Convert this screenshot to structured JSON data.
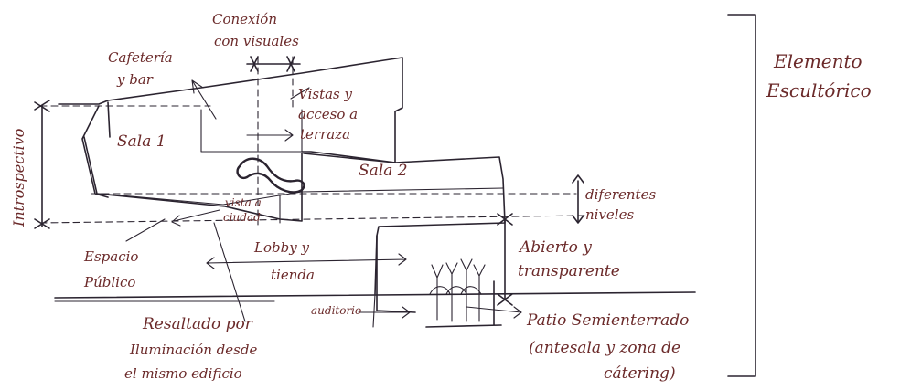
{
  "labels": {
    "conexion_1": "Conexión",
    "conexion_2": "con visuales",
    "cafeteria_1": "Cafetería",
    "cafeteria_2": "y bar",
    "vistas_1": "Vistas y",
    "vistas_2": "acceso a",
    "vistas_3": "terraza",
    "sala1": "Sala 1",
    "sala2": "Sala 2",
    "introspectivo": "Introspectivo",
    "diferentes_1": "diferentes",
    "diferentes_2": "niveles",
    "vista_1": "vista a",
    "vista_2": "ciudad",
    "espacio_1": "Espacio",
    "espacio_2": "Público",
    "lobby_1": "Lobby y",
    "lobby_2": "tienda",
    "abierto_1": "Abierto y",
    "abierto_2": "transparente",
    "auditorio": "auditorio",
    "resaltado_1": "Resaltado por",
    "resaltado_2": "Iluminación desde",
    "resaltado_3": "el mismo edificio",
    "patio_1": "Patio Semienterrado",
    "patio_2": "(antesala y zona de",
    "patio_3": "cátering)",
    "elemento_1": "Elemento",
    "elemento_2": "Escultórico"
  }
}
